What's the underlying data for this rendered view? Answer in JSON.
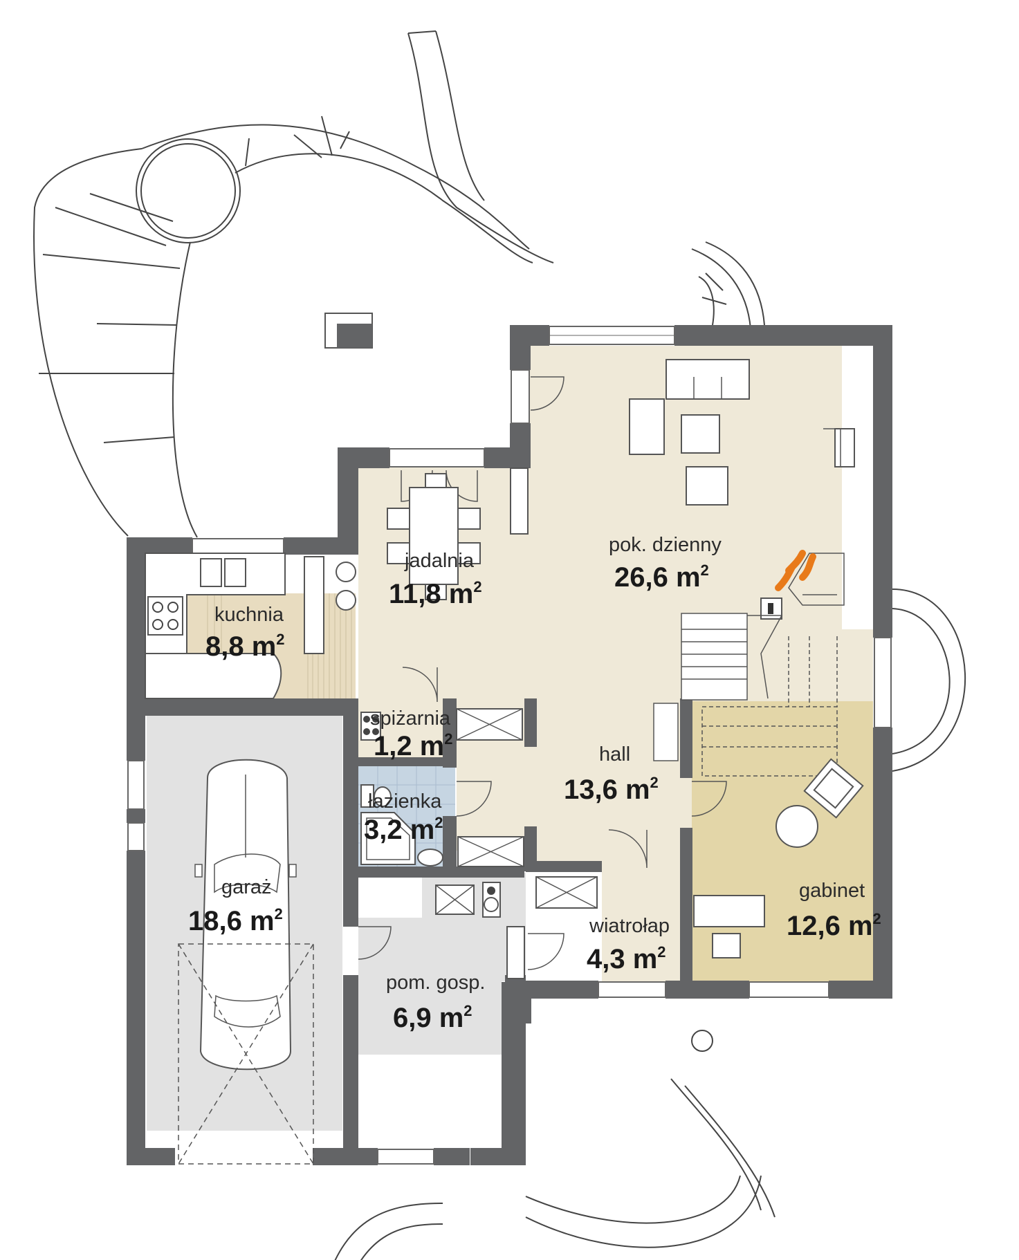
{
  "colors": {
    "wall": "#636466",
    "beige_floor": "#efe9d8",
    "kitchen_wood": "#e8dcc0",
    "garage_floor": "#e2e2e2",
    "bathroom_tile": "#c6d5e2",
    "office_floor": "#e3d6a8",
    "fire": "#e87a1a"
  },
  "rooms": {
    "pokoj_dzienny": {
      "name": "pok. dzienny",
      "area": "26,6 m",
      "sup": "2"
    },
    "jadalnia": {
      "name": "jadalnia",
      "area": "11,8 m",
      "sup": "2"
    },
    "kuchnia": {
      "name": "kuchnia",
      "area": "8,8 m",
      "sup": "2"
    },
    "spizarnia": {
      "name": "spiżarnia",
      "area": "1,2 m",
      "sup": "2"
    },
    "hall": {
      "name": "hall",
      "area": "13,6 m",
      "sup": "2"
    },
    "lazienka": {
      "name": "łazienka",
      "area": "3,2 m",
      "sup": "2"
    },
    "garaz": {
      "name": "garaż",
      "area": "18,6 m",
      "sup": "2"
    },
    "gabinet": {
      "name": "gabinet",
      "area": "12,6 m",
      "sup": "2"
    },
    "wiatrolap": {
      "name": "wiatrołap",
      "area": "4,3 m",
      "sup": "2"
    },
    "pom_gosp": {
      "name": "pom. gosp.",
      "area": "6,9 m",
      "sup": "2"
    }
  },
  "icons": [
    "car-icon",
    "fireplace-icon",
    "stairs-icon",
    "sofa-icon",
    "dining-table-icon",
    "bathtub-icon",
    "sink-icon",
    "stove-icon"
  ]
}
